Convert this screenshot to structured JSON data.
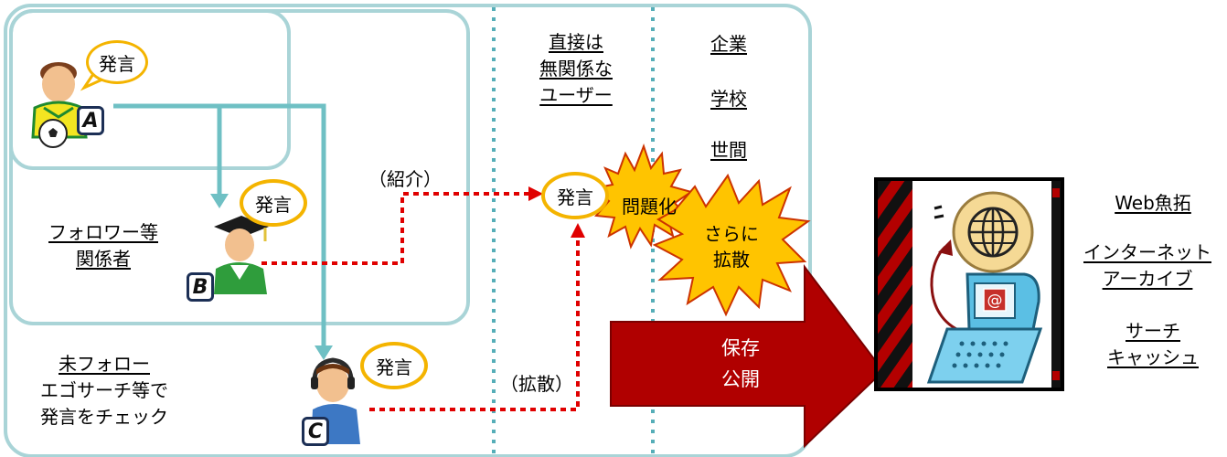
{
  "speech": {
    "a": "発言",
    "b": "発言",
    "c": "発言",
    "mid": "発言"
  },
  "users": {
    "a": "A",
    "b": "B",
    "c": "C"
  },
  "labels": {
    "followers": [
      "フォロワー等",
      "関係者"
    ],
    "unfollowed": [
      "未フォロー",
      "エゴサーチ等で",
      "発言をチェック"
    ],
    "unrelated": [
      "直接は",
      "無関係な",
      "ユーザー"
    ],
    "intro": "（紹介）",
    "spread": "（拡散）",
    "company": "企業",
    "school": "学校",
    "public": "世間"
  },
  "bursts": {
    "problem": "問題化",
    "further": [
      "さらに",
      "拡散"
    ]
  },
  "arrow": [
    "保存",
    "公開"
  ],
  "archives": {
    "web_gyotaku": "Web魚拓",
    "internet_archive": [
      "インターネット",
      "アーカイブ"
    ],
    "search_cache": [
      "サーチ",
      "キャッシュ"
    ]
  },
  "colors": {
    "teal": "#8ec8cc",
    "dotted_teal": "#56aeb8",
    "red_dotted": "#e00000",
    "burst": "#ffc400",
    "arrow": "#b00000"
  },
  "icons": [
    "soccer-player-icon",
    "graduate-icon",
    "headset-user-icon",
    "globe-icon",
    "computer-icon"
  ]
}
